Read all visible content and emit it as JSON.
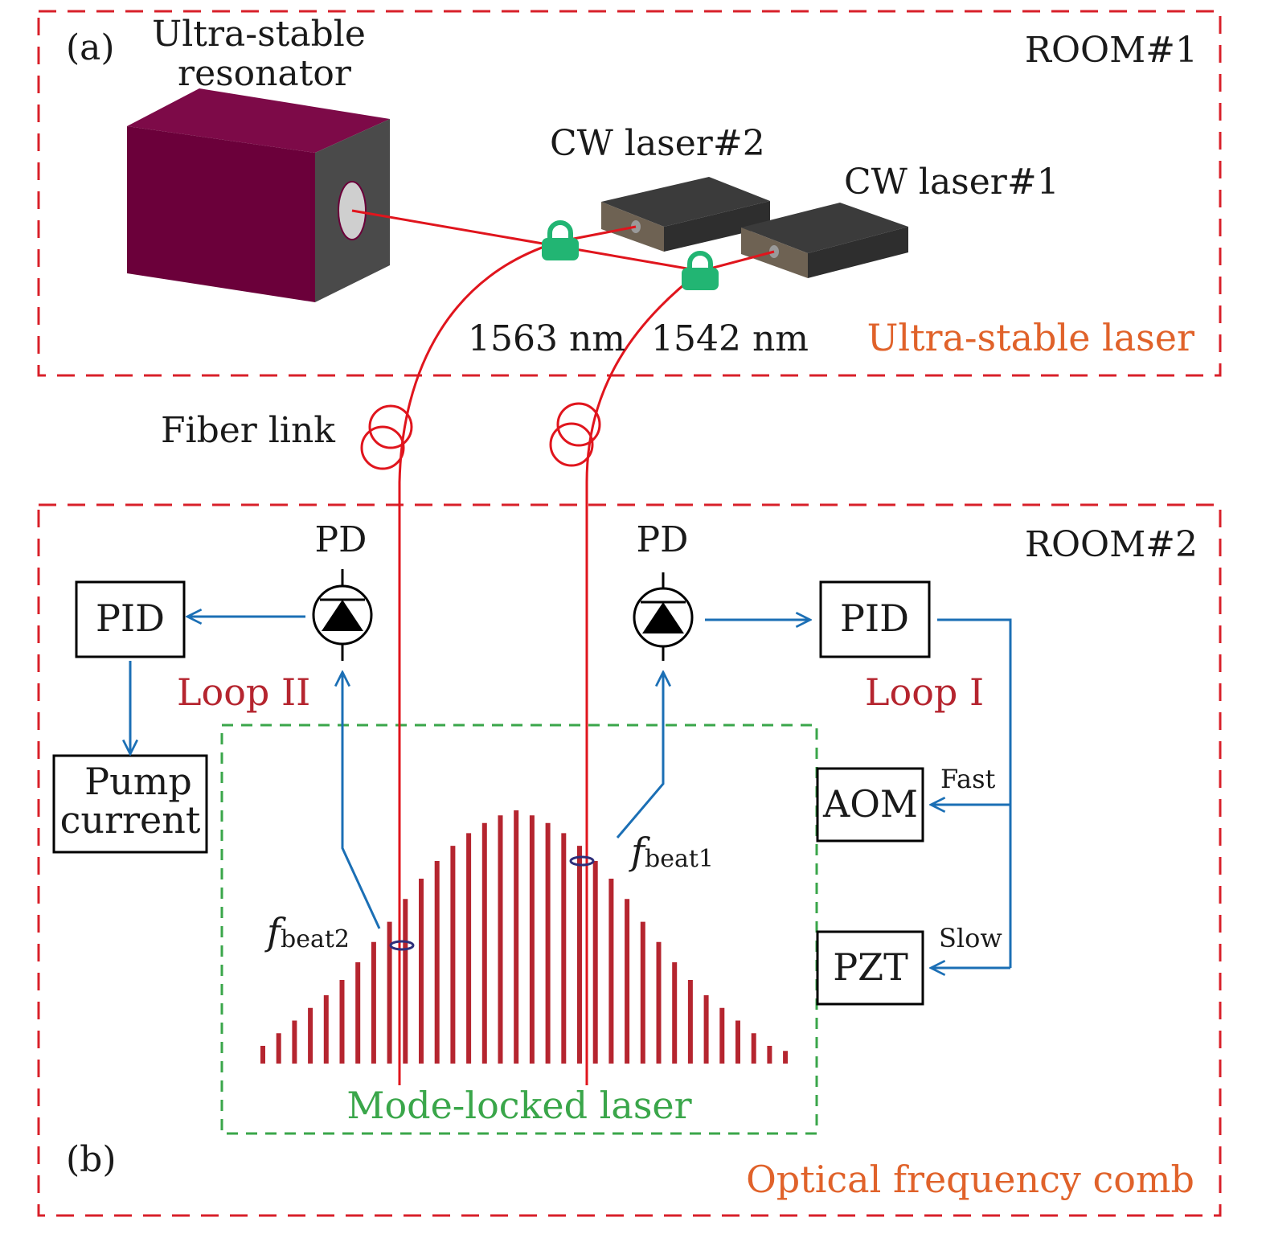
{
  "colors": {
    "room_border": "#d8202a",
    "comb_border": "#3aa64a",
    "fiber": "#e0151d",
    "signal": "#1b6fb5",
    "comb_line": "#b5252f",
    "lock": "#22b573",
    "loop_label": "#b5252f",
    "orange_label": "#e0622a",
    "green_label": "#3aa64a",
    "resonator": "#6b003a",
    "resonator_side": "#4a4a4a",
    "laser_box": "#3b3b3b",
    "beat_ellipse": "#2e2e7a"
  },
  "room1": {
    "panel": "(a)",
    "title": "ROOM#1",
    "footer": "Ultra-stable laser",
    "resonator_label_line1": "Ultra-stable",
    "resonator_label_line2": "resonator",
    "laser2_label": "CW laser#2",
    "laser1_label": "CW laser#1",
    "wavelength_a": "1563 nm",
    "wavelength_b": "1542 nm"
  },
  "fiber": {
    "label": "Fiber link"
  },
  "room2": {
    "panel": "(b)",
    "title": "ROOM#2",
    "footer": "Optical frequency comb",
    "pd_left_label": "PD",
    "pd_right_label": "PD",
    "pid_left_label": "PID",
    "pid_right_label": "PID",
    "loop2_label": "Loop II",
    "loop1_label": "Loop I",
    "pump_line1": "Pump",
    "pump_line2": "current",
    "aom_label": "AOM",
    "pzt_label": "PZT",
    "fast_label": "Fast",
    "slow_label": "Slow",
    "beat1_f": "f",
    "beat1_sub": "beat1",
    "beat2_f": "f",
    "beat2_sub": "beat2",
    "comb_label": "Mode-locked laser"
  },
  "comb_lines": [
    0.07,
    0.12,
    0.17,
    0.22,
    0.27,
    0.33,
    0.4,
    0.48,
    0.56,
    0.65,
    0.73,
    0.8,
    0.86,
    0.91,
    0.95,
    0.98,
    1.0,
    0.98,
    0.95,
    0.91,
    0.86,
    0.8,
    0.73,
    0.65,
    0.56,
    0.48,
    0.4,
    0.33,
    0.27,
    0.22,
    0.17,
    0.12,
    0.07,
    0.05
  ]
}
